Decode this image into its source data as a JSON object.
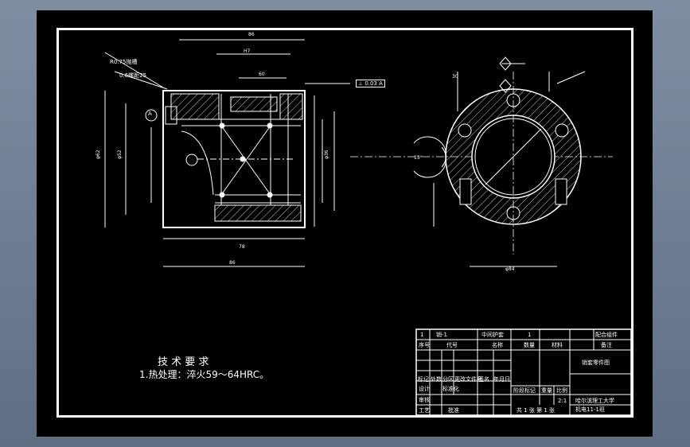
{
  "tech_req": {
    "title": "技 术 要 求",
    "item1": "1.热处理：淬火59～64HRC。"
  },
  "annotations": {
    "chamfer_note": "R0.75抛槽",
    "chamfer_note2": "0.6螺距25",
    "datum_a": "A",
    "tolerance_value": "0.03",
    "tolerance_ref": "A"
  },
  "title_block": {
    "row1": [
      "1",
      "销-1",
      "中间护套",
      "1",
      "",
      "配合组件"
    ],
    "headers": [
      "序号",
      "代号",
      "名称",
      "数量",
      "材料",
      "备注"
    ],
    "drawing_title": "销套零件图",
    "stage_labels": [
      "阶段标记",
      "重量",
      "比例"
    ],
    "scale": "2:1",
    "sheet": "共 1 张 第 1 张",
    "school": "哈尔滨理工大学",
    "class": "机电11-1班",
    "left_labels": [
      "标记",
      "处数",
      "分区",
      "更改文件号",
      "签名",
      "年月日"
    ],
    "roles": [
      "设计",
      "审核",
      "工艺",
      "标准化",
      "批准"
    ]
  },
  "colors": {
    "background": "#000000",
    "line": "#ffffff",
    "desktop": "#6a7a90"
  }
}
